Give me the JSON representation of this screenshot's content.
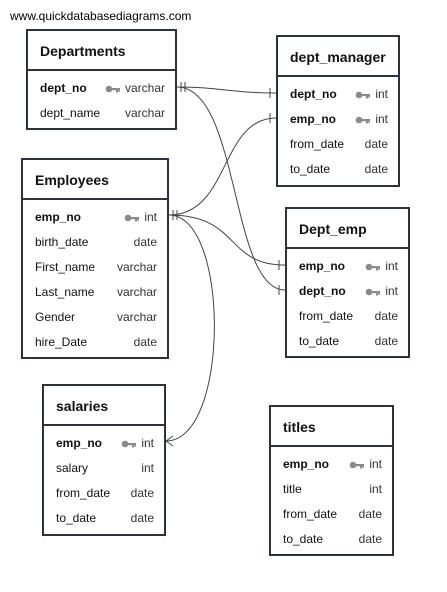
{
  "watermark": "www.quickdatabasediagrams.com",
  "icons": {
    "key": "key-icon"
  },
  "entities": [
    {
      "id": "departments",
      "title": "Departments",
      "fields": [
        {
          "name": "dept_no",
          "type": "varchar",
          "pk": true
        },
        {
          "name": "dept_name",
          "type": "varchar",
          "pk": false
        }
      ]
    },
    {
      "id": "dept_manager",
      "title": "dept_manager",
      "fields": [
        {
          "name": "dept_no",
          "type": "int",
          "pk": true
        },
        {
          "name": "emp_no",
          "type": "int",
          "pk": true
        },
        {
          "name": "from_date",
          "type": "date",
          "pk": false
        },
        {
          "name": "to_date",
          "type": "date",
          "pk": false
        }
      ]
    },
    {
      "id": "employees",
      "title": "Employees",
      "fields": [
        {
          "name": "emp_no",
          "type": "int",
          "pk": true
        },
        {
          "name": "birth_date",
          "type": "date",
          "pk": false
        },
        {
          "name": "First_name",
          "type": "varchar",
          "pk": false
        },
        {
          "name": "Last_name",
          "type": "varchar",
          "pk": false
        },
        {
          "name": "Gender",
          "type": "varchar",
          "pk": false
        },
        {
          "name": "hire_Date",
          "type": "date",
          "pk": false
        }
      ]
    },
    {
      "id": "dept_emp",
      "title": "Dept_emp",
      "fields": [
        {
          "name": "emp_no",
          "type": "int",
          "pk": true
        },
        {
          "name": "dept_no",
          "type": "int",
          "pk": true
        },
        {
          "name": "from_date",
          "type": "date",
          "pk": false
        },
        {
          "name": "to_date",
          "type": "date",
          "pk": false
        }
      ]
    },
    {
      "id": "salaries",
      "title": "salaries",
      "fields": [
        {
          "name": "emp_no",
          "type": "int",
          "pk": true
        },
        {
          "name": "salary",
          "type": "int",
          "pk": false
        },
        {
          "name": "from_date",
          "type": "date",
          "pk": false
        },
        {
          "name": "to_date",
          "type": "date",
          "pk": false
        }
      ]
    },
    {
      "id": "titles",
      "title": "titles",
      "fields": [
        {
          "name": "emp_no",
          "type": "int",
          "pk": true
        },
        {
          "name": "title",
          "type": "int",
          "pk": false
        },
        {
          "name": "from_date",
          "type": "date",
          "pk": false
        },
        {
          "name": "to_date",
          "type": "date",
          "pk": false
        }
      ]
    }
  ],
  "relationships": [
    {
      "from": "departments.dept_no",
      "to": "dept_manager.dept_no"
    },
    {
      "from": "departments.dept_no",
      "to": "dept_emp.dept_no"
    },
    {
      "from": "employees.emp_no",
      "to": "dept_manager.emp_no"
    },
    {
      "from": "employees.emp_no",
      "to": "dept_emp.emp_no"
    },
    {
      "from": "employees.emp_no",
      "to": "salaries.emp_no"
    }
  ]
}
